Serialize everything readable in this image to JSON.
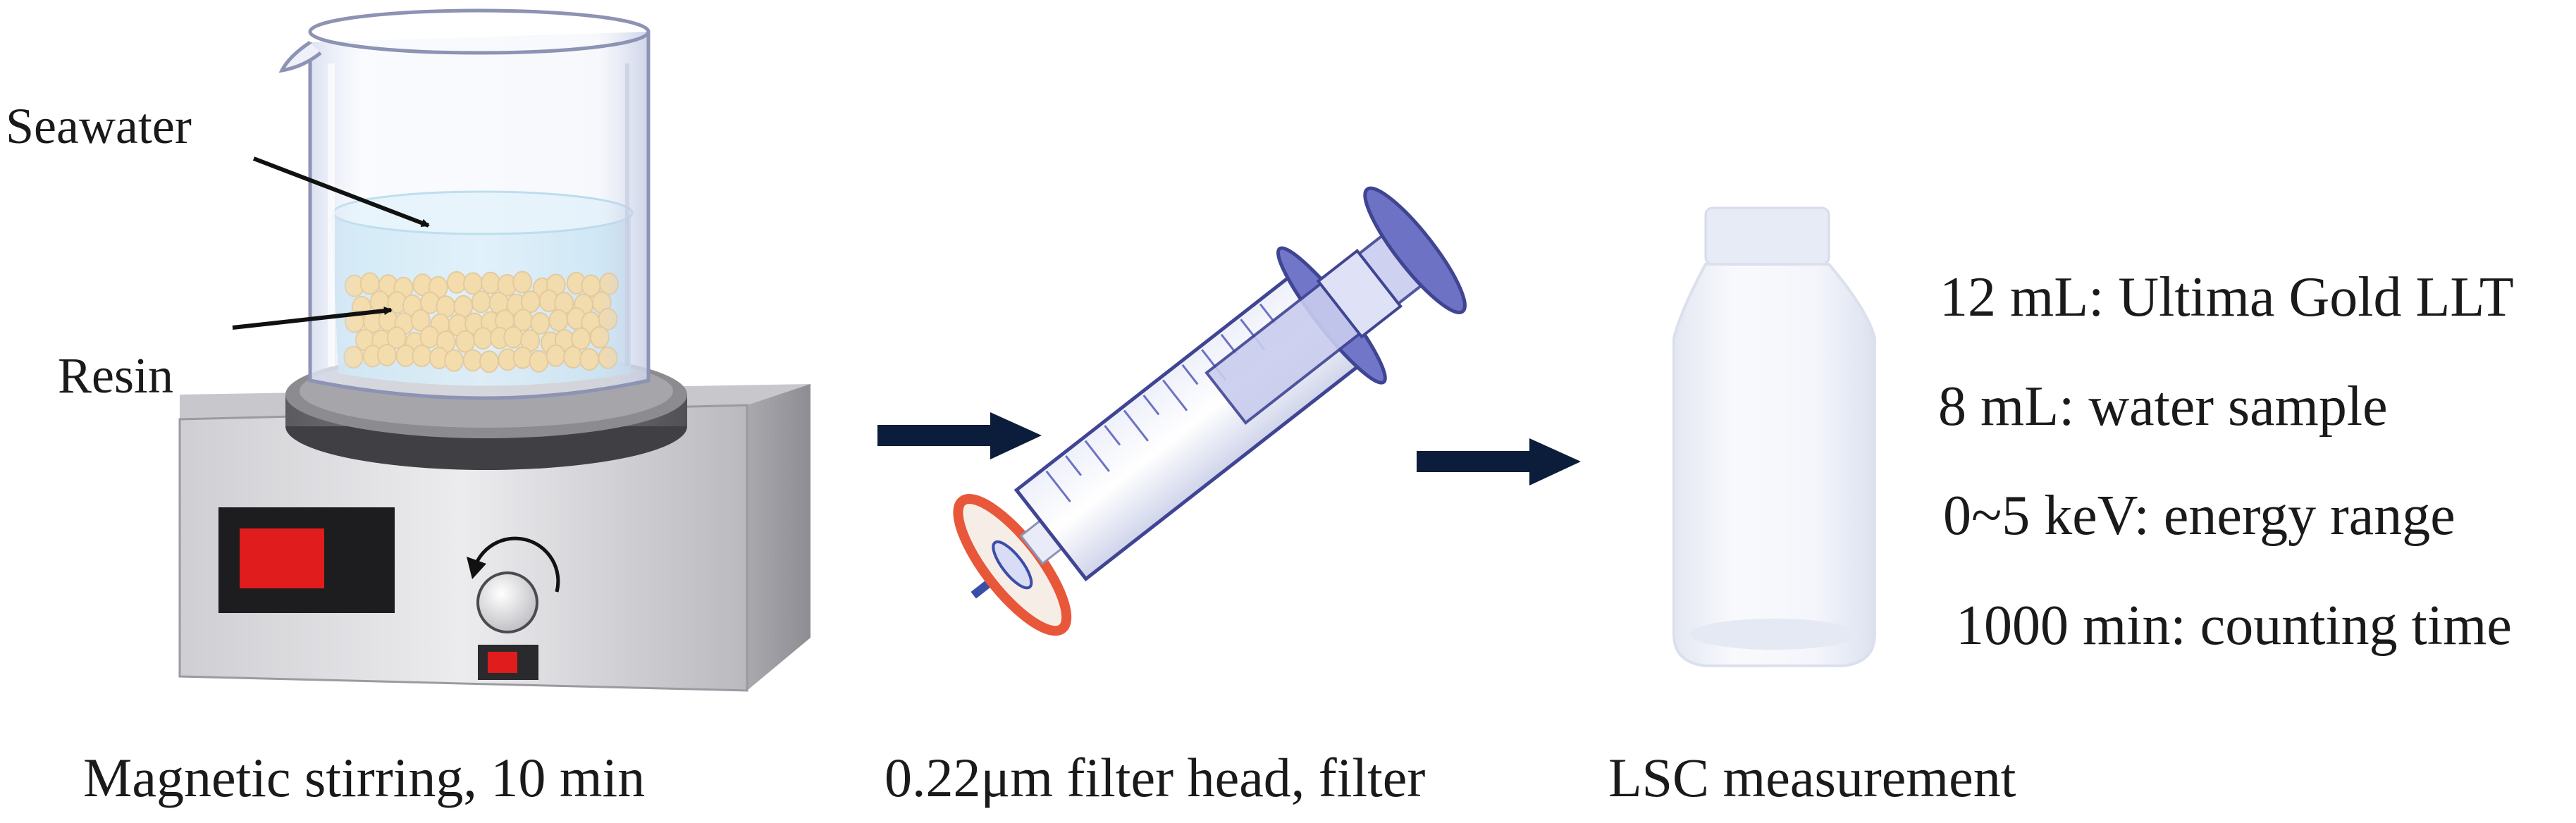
{
  "labels": {
    "seawater": "Seawater",
    "resin": "Resin"
  },
  "captions": {
    "step1": "Magnetic stirring, 10 min",
    "step2": "0.22μm filter head, filter",
    "step3": "LSC measurement"
  },
  "specs": [
    "12 mL:  Ultima Gold LLT",
    "8 mL: water sample",
    "0~5 keV: energy range",
    "1000 min: counting time"
  ],
  "colors": {
    "water": "#a9dcef",
    "resin": "#f2b535",
    "arrow": "#0b1d3a",
    "display": "#e01c1c",
    "syringe_plunger": "#4b4f9e",
    "filter_ring": "#e8573a",
    "stirrer_body": "#d9d9dc",
    "stirrer_plate": "#6f6f73"
  }
}
